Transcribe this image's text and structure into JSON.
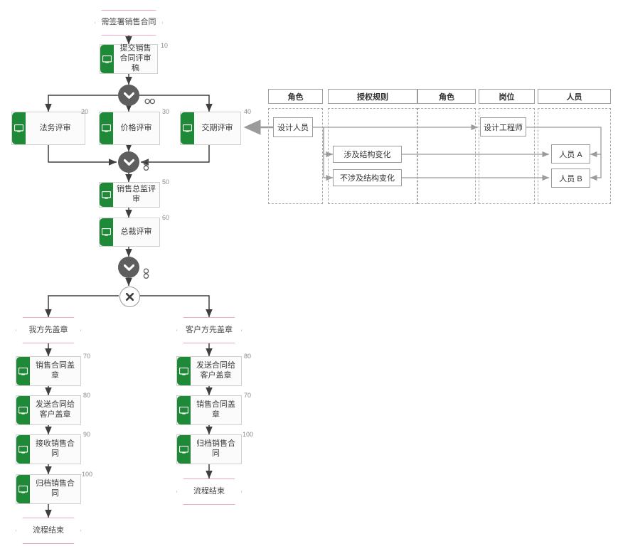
{
  "diagram": {
    "type": "bpmn-flowchart",
    "title_visible": false
  },
  "flow": {
    "start_event": {
      "label": "需签署销售合同"
    },
    "tasks": [
      {
        "seq": "10",
        "label": "提交销售合同评审稿",
        "icon": "monitor-icon"
      },
      {
        "seq": "20",
        "label": "法务评审",
        "icon": "monitor-icon"
      },
      {
        "seq": "30",
        "label": "价格评审",
        "icon": "monitor-icon"
      },
      {
        "seq": "40",
        "label": "交期评审",
        "icon": "monitor-icon"
      },
      {
        "seq": "50",
        "label": "销售总监评审",
        "icon": "monitor-icon"
      },
      {
        "seq": "60",
        "label": "总裁评审",
        "icon": "monitor-icon"
      },
      {
        "seq": "70",
        "label": "销售合同盖章",
        "icon": "monitor-icon"
      },
      {
        "seq": "80",
        "label": "发送合同给客户盖章",
        "icon": "monitor-icon"
      },
      {
        "seq": "90",
        "label": "接收销售合同",
        "icon": "monitor-icon"
      },
      {
        "seq": "100",
        "label": "归档销售合同",
        "icon": "monitor-icon"
      },
      {
        "seq": "80",
        "label": "发送合同给客户盖章",
        "icon": "monitor-icon"
      },
      {
        "seq": "70",
        "label": "销售合同盖章",
        "icon": "monitor-icon"
      },
      {
        "seq": "100",
        "label": "归档销售合同",
        "icon": "monitor-icon"
      }
    ],
    "gateways": [
      {
        "kind": "parallel-split",
        "icon": "chevron-down-icon",
        "adornment": "chain-horizontal-icon"
      },
      {
        "kind": "parallel-join",
        "icon": "chevron-down-icon",
        "adornment": "chain-vertical-icon"
      },
      {
        "kind": "parallel-join2",
        "icon": "chevron-down-icon",
        "adornment": "chain-vertical-icon"
      },
      {
        "kind": "exclusive",
        "icon": "x-icon"
      }
    ],
    "branch_events": [
      {
        "label": "我方先盖章"
      },
      {
        "label": "客户方先盖章"
      }
    ],
    "end_events": [
      {
        "label": "流程结束"
      },
      {
        "label": "流程结束"
      }
    ]
  },
  "authorization_panel": {
    "columns": [
      {
        "label": "角色"
      },
      {
        "label": "授权规则"
      },
      {
        "label": "角色"
      },
      {
        "label": "岗位"
      },
      {
        "label": "人员"
      }
    ],
    "nodes": {
      "role": {
        "label": "设计人员"
      },
      "rules": [
        {
          "label": "涉及结构变化"
        },
        {
          "label": "不涉及结构变化"
        }
      ],
      "position": {
        "label": "设计工程师"
      },
      "people": [
        {
          "label": "人员 A"
        },
        {
          "label": "人员 B"
        }
      ]
    }
  },
  "colors": {
    "task_accent": "#1e8a37",
    "event_border": "#e8a9c8",
    "gateway_fill": "#5e5e5e",
    "edge": "#3f3f3f",
    "panel_line": "#9b9b9b",
    "lane_dash": "#a6a6a6",
    "panel_arrow": "#9b9b9b",
    "seq_text": "#8a8a8a"
  }
}
